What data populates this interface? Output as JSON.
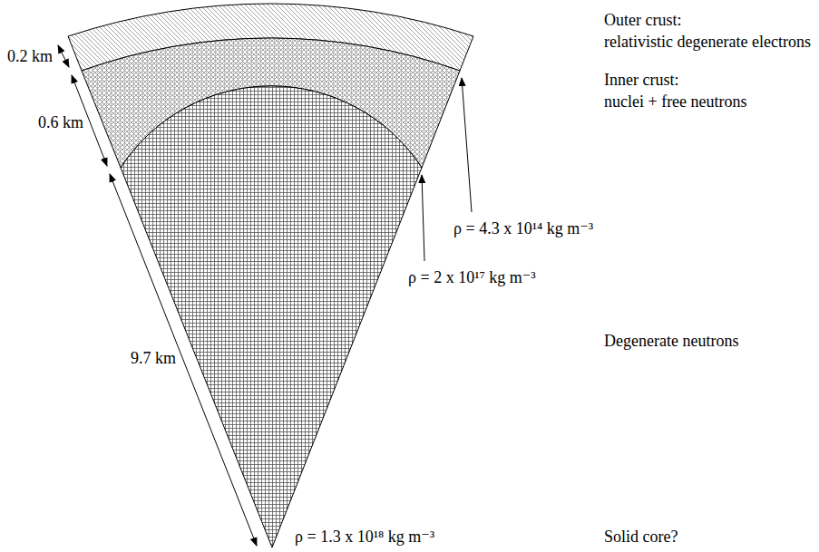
{
  "diagram": {
    "labels": [
      "0.2 km",
      "0.6 km",
      "9.7 km",
      "Outer crust:",
      "relativistic degenerate electrons",
      "Inner crust:",
      "nuclei + free neutrons",
      "ρ = 4.3 x 10¹⁴ kg m⁻³",
      "ρ = 2 x 10¹⁷ kg m⁻³",
      "Degenerate neutrons",
      "ρ = 1.3 x 10¹⁸ kg m⁻³",
      "Solid core?"
    ]
  }
}
